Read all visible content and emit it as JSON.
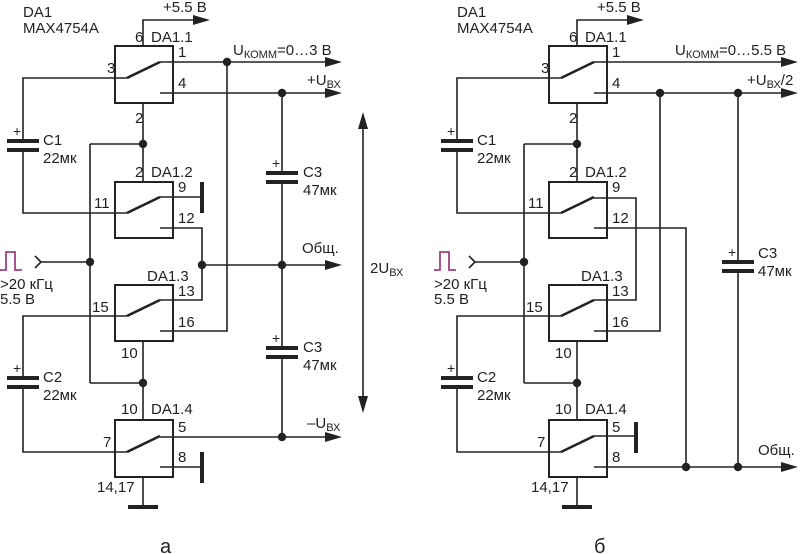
{
  "diagrams": [
    {
      "caption": "а",
      "chip": "DA1",
      "part": "MAX4754A",
      "supply": "+5.5 В",
      "input_freq": ">20 кГц",
      "input_amp": "5.5 В",
      "units": [
        "DA1.1",
        "DA1.2",
        "DA1.3",
        "DA1.4"
      ],
      "pins": {
        "p6": "6",
        "p1": "1",
        "p3": "3",
        "p4": "4",
        "p2a": "2",
        "p2b": "2",
        "p9": "9",
        "p11": "11",
        "p12": "12",
        "p13": "13",
        "p15": "15",
        "p16": "16",
        "p10a": "10",
        "p10b": "10",
        "p5": "5",
        "p7": "7",
        "p8": "8",
        "p1417": "14,17"
      },
      "c1": {
        "name": "C1",
        "value": "22мк"
      },
      "c2": {
        "name": "C2",
        "value": "22мк"
      },
      "c3a": {
        "name": "C3",
        "value": "47мк"
      },
      "c3b": {
        "name": "C3",
        "value": "47мк"
      },
      "out_switch": {
        "main": "U",
        "sub": "КОММ",
        "tail": "=0…3 В"
      },
      "out_plus": {
        "main": "+U",
        "sub": "ВХ",
        "tail": ""
      },
      "out_common": "Общ.",
      "out_minus": {
        "main": "–U",
        "sub": "ВХ",
        "tail": ""
      },
      "span": {
        "main": "2U",
        "sub": "ВХ",
        "tail": ""
      }
    },
    {
      "caption": "б",
      "chip": "DA1",
      "part": "MAX4754A",
      "supply": "+5.5 В",
      "input_freq": ">20 кГц",
      "input_amp": "5.5 В",
      "units": [
        "DA1.1",
        "DA1.2",
        "DA1.3",
        "DA1.4"
      ],
      "pins": {
        "p6": "6",
        "p1": "1",
        "p3": "3",
        "p4": "4",
        "p2a": "2",
        "p2b": "2",
        "p9": "9",
        "p11": "11",
        "p12": "12",
        "p13": "13",
        "p15": "15",
        "p16": "16",
        "p10a": "10",
        "p10b": "10",
        "p5": "5",
        "p7": "7",
        "p8": "8",
        "p1417": "14,17"
      },
      "c1": {
        "name": "C1",
        "value": "22мк"
      },
      "c2": {
        "name": "C2",
        "value": "22мк"
      },
      "c3": {
        "name": "C3",
        "value": "47мк"
      },
      "out_switch": {
        "main": "U",
        "sub": "КОММ",
        "tail": "=0…5.5 В"
      },
      "out_half": {
        "main": "+U",
        "sub": "ВХ",
        "tail": "/2"
      },
      "out_common": "Общ."
    }
  ],
  "colors": {
    "wire": "#222222",
    "pulse": "#a0417f"
  }
}
